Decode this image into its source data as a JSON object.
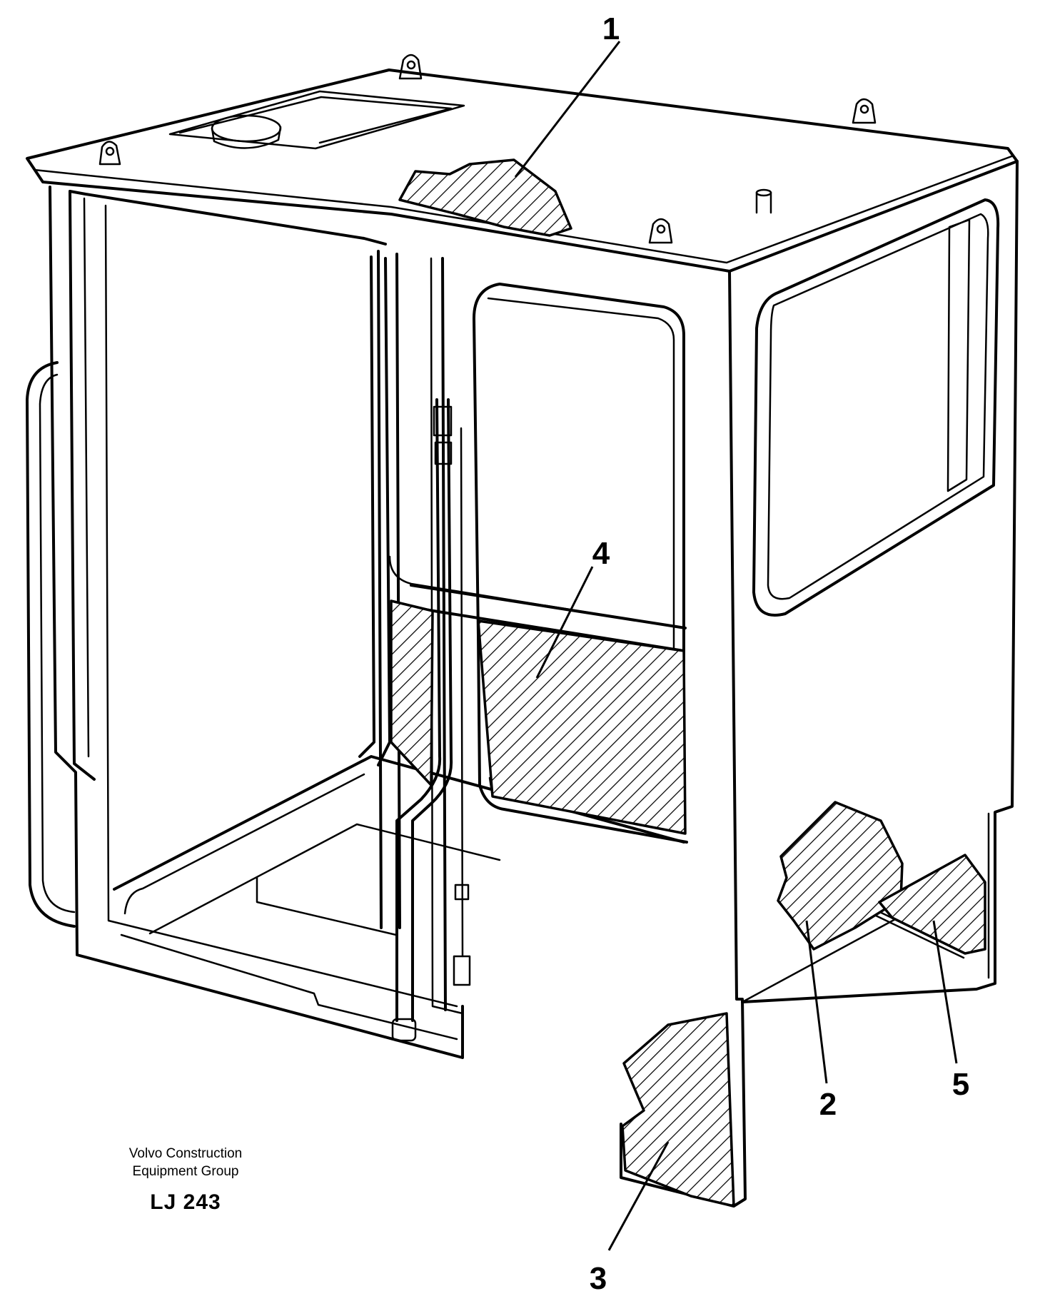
{
  "callouts": [
    {
      "id": "callout-1",
      "label": "1"
    },
    {
      "id": "callout-2",
      "label": "2"
    },
    {
      "id": "callout-3",
      "label": "3"
    },
    {
      "id": "callout-4",
      "label": "4"
    },
    {
      "id": "callout-5",
      "label": "5"
    }
  ],
  "footer": {
    "company_line1": "Volvo Construction",
    "company_line2": "Equipment Group",
    "code": "LJ 243"
  }
}
